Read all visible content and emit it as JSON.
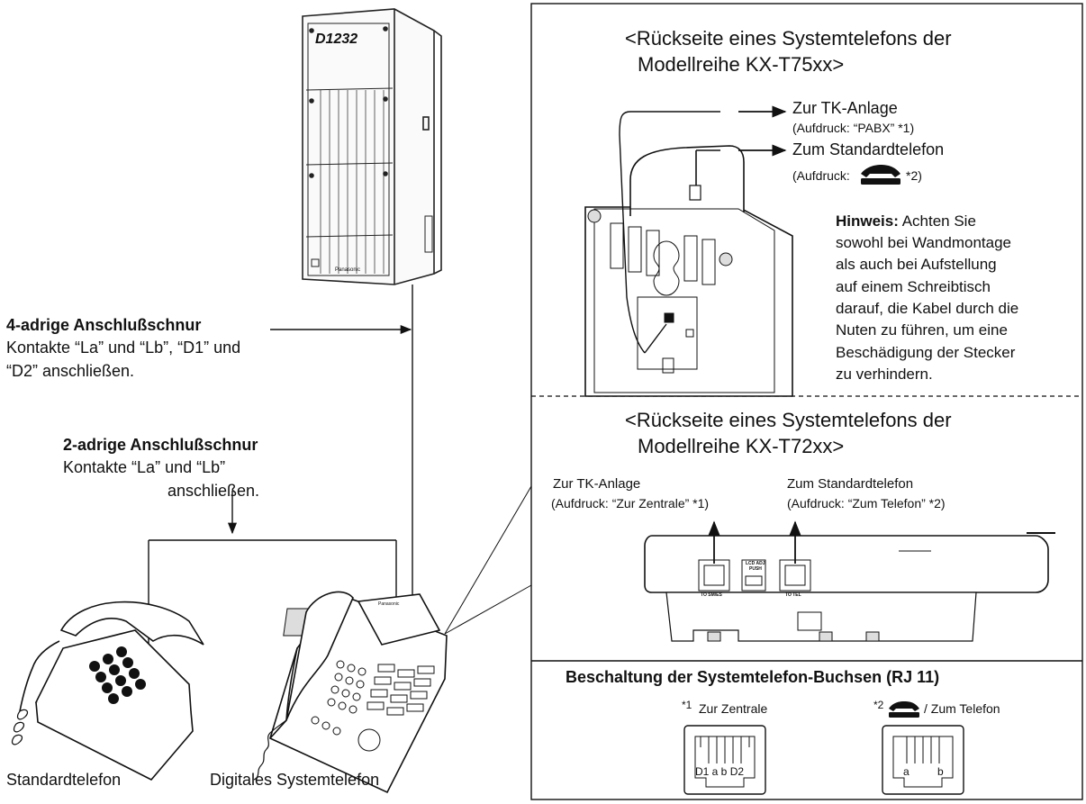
{
  "left": {
    "cord4": {
      "title": "4-adrige Anschlußschnur",
      "line1": "Kontakte “La” und “Lb”, “D1” und",
      "line2": "“D2” anschließen."
    },
    "cord2": {
      "title": "2-adrige Anschlußschnur",
      "line1": "Kontakte “La” und “Lb”",
      "line2": "anschließen."
    },
    "pbx_model": "D1232",
    "pbx_brand": "Panasonic",
    "std_phone_label": "Standardtelefon",
    "digital_phone_label": "Digitales Systemtelefon",
    "digital_phone_brand": "Panasonic"
  },
  "t75": {
    "heading_line1": "<Rückseite eines Systemtelefons der",
    "heading_line2": "Modellreihe KX-T75xx>",
    "to_pabx": "Zur TK-Anlage",
    "to_pabx_note": "(Aufdruck: “PABX” *1)",
    "to_phone": "Zum Standardtelefon",
    "to_phone_note_prefix": "(Aufdruck:",
    "to_phone_note_suffix": "*2)",
    "note_bold": "Hinweis:",
    "note_line1": " Achten Sie",
    "note_line2": "sowohl bei Wandmontage",
    "note_line3": "als auch bei Aufstellung",
    "note_line4": "auf einem Schreibtisch",
    "note_line5": "darauf, die Kabel durch die",
    "note_line6": "Nuten zu führen, um eine",
    "note_line7": "Beschädigung der Stecker",
    "note_line8": "zu verhindern."
  },
  "t72": {
    "heading_line1": "<Rückseite eines Systemtelefons der",
    "heading_line2": "Modellreihe KX-T72xx>",
    "to_pabx": "Zur TK-Anlage",
    "to_pabx_note": "(Aufdruck: “Zur Zentrale” *1)",
    "to_phone": "Zum Standardtelefon",
    "to_phone_note": "(Aufdruck: “Zum Telefon” *2)",
    "port_left": "TO SM/ES",
    "port_mid1": "LCD ADJ",
    "port_mid2": "PUSH",
    "port_right": "TO TEL"
  },
  "jacks": {
    "heading": "Beschaltung der Systemtelefon-Buchsen (RJ 11)",
    "j1_mark": "*1",
    "j1_label": "Zur Zentrale",
    "j1_pins": "D1 a b D2",
    "j2_mark": "*2",
    "j2_label": "/ Zum Telefon",
    "j2_pin_a": "a",
    "j2_pin_b": "b"
  }
}
